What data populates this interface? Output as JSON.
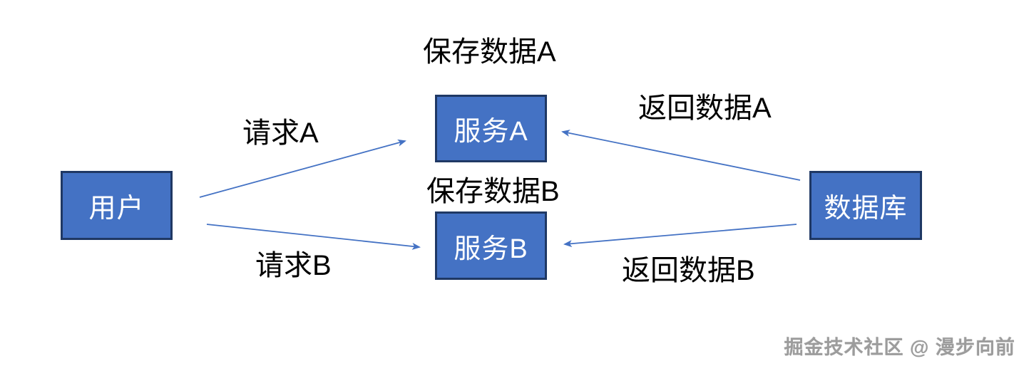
{
  "diagram": {
    "nodes": {
      "user": "用户",
      "service_a": "服务A",
      "service_b": "服务B",
      "database": "数据库"
    },
    "edge_labels": {
      "request_a": "请求A",
      "request_b": "请求B",
      "return_a": "返回数据A",
      "return_b": "返回数据B"
    },
    "annotations": {
      "save_a": "保存数据A",
      "save_b": "保存数据B"
    },
    "edges": [
      {
        "name": "arrow-request-a",
        "from": "user",
        "to": "service_a",
        "label": "请求A"
      },
      {
        "name": "arrow-request-b",
        "from": "user",
        "to": "service_b",
        "label": "请求B"
      },
      {
        "name": "arrow-return-a",
        "from": "database",
        "to": "service_a",
        "label": "返回数据A"
      },
      {
        "name": "arrow-return-b",
        "from": "database",
        "to": "service_b",
        "label": "返回数据B"
      }
    ],
    "colors": {
      "node_fill": "#4472C4",
      "node_border": "#1F3864",
      "arrow": "#4472C4",
      "text": "#000000",
      "watermark": "#9C9C9C"
    },
    "watermark": "掘金技术社区 @ 漫步向前"
  }
}
